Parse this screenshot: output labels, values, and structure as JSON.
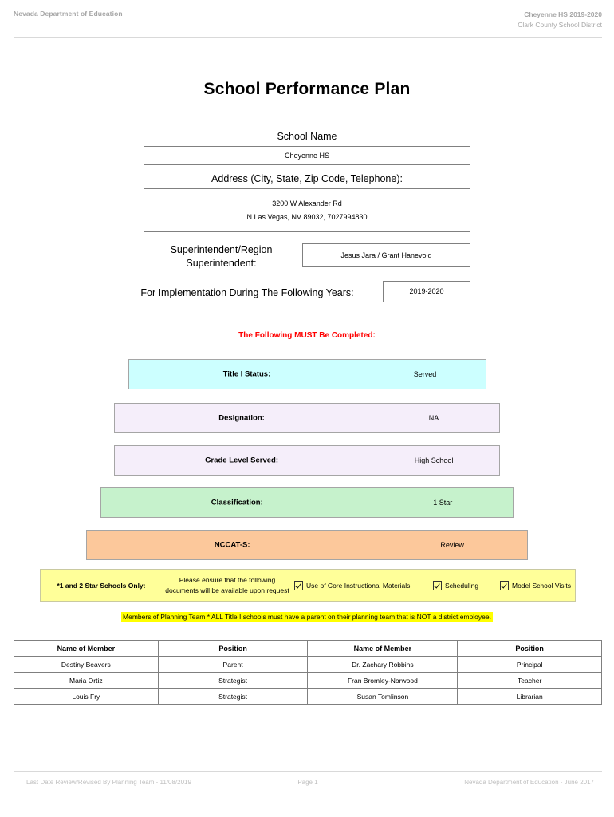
{
  "header": {
    "left": "Nevada Department of Education",
    "right_line1": "Cheyenne HS  2019-2020",
    "right_line2": "Clark County School District"
  },
  "title": "School Performance Plan",
  "fields": {
    "school_name_label": "School Name",
    "school_name_value": "Cheyenne HS",
    "address_label": "Address (City, State, Zip Code, Telephone):",
    "address_line1": "3200 W Alexander Rd",
    "address_line2": "N Las Vegas, NV  89032, 7027994830",
    "superintendent_label_line1": "Superintendent/Region",
    "superintendent_label_line2": "Superintendent:",
    "superintendent_value": "Jesus Jara / Grant Hanevold",
    "implementation_label": "For Implementation During The Following Years:",
    "implementation_value": "2019-2020"
  },
  "must_complete_notice": "The Following MUST Be Completed:",
  "status_bars": [
    {
      "label": "Title I Status:",
      "value": "Served",
      "color": "#ccffff"
    },
    {
      "label": "Designation:",
      "value": "NA",
      "color": "#f5eefa"
    },
    {
      "label": "Grade Level Served:",
      "value": "High School",
      "color": "#f5eefa"
    },
    {
      "label": "Classification:",
      "value": "1 Star",
      "color": "#c6f2cc"
    },
    {
      "label": "NCCAT-S:",
      "value": "Review",
      "color": "#fcc89b"
    }
  ],
  "star_band": {
    "title": "*1 and 2 Star Schools Only:",
    "note_line1": "Please ensure that the following",
    "note_line2": "documents will be available upon request",
    "checkboxes": [
      {
        "label": "Use of Core Instructional Materials",
        "checked": true
      },
      {
        "label": "Scheduling",
        "checked": true
      },
      {
        "label": "Model School Visits",
        "checked": true
      }
    ],
    "highlight_color": "#ffff99"
  },
  "planning_note": "Members of Planning Team * ALL Title I schools must have a parent on their planning team that is NOT a district employee.",
  "planning_note_highlight_color": "#ffff00",
  "members_table": {
    "headers": [
      "Name of Member",
      "Position",
      "Name of Member",
      "Position"
    ],
    "rows": [
      [
        "Destiny Beavers",
        "Parent",
        "Dr. Zachary Robbins",
        "Principal"
      ],
      [
        "Maria Ortiz",
        "Strategist",
        "Fran Bromley-Norwood",
        "Teacher"
      ],
      [
        "Louis Fry",
        "Strategist",
        "Susan Tomlinson",
        "Librarian"
      ]
    ]
  },
  "footer": {
    "left": "Last Date Review/Revised By Planning Team - 11/08/2019",
    "center": "Page 1",
    "right": "Nevada Department of Education - June 2017"
  }
}
